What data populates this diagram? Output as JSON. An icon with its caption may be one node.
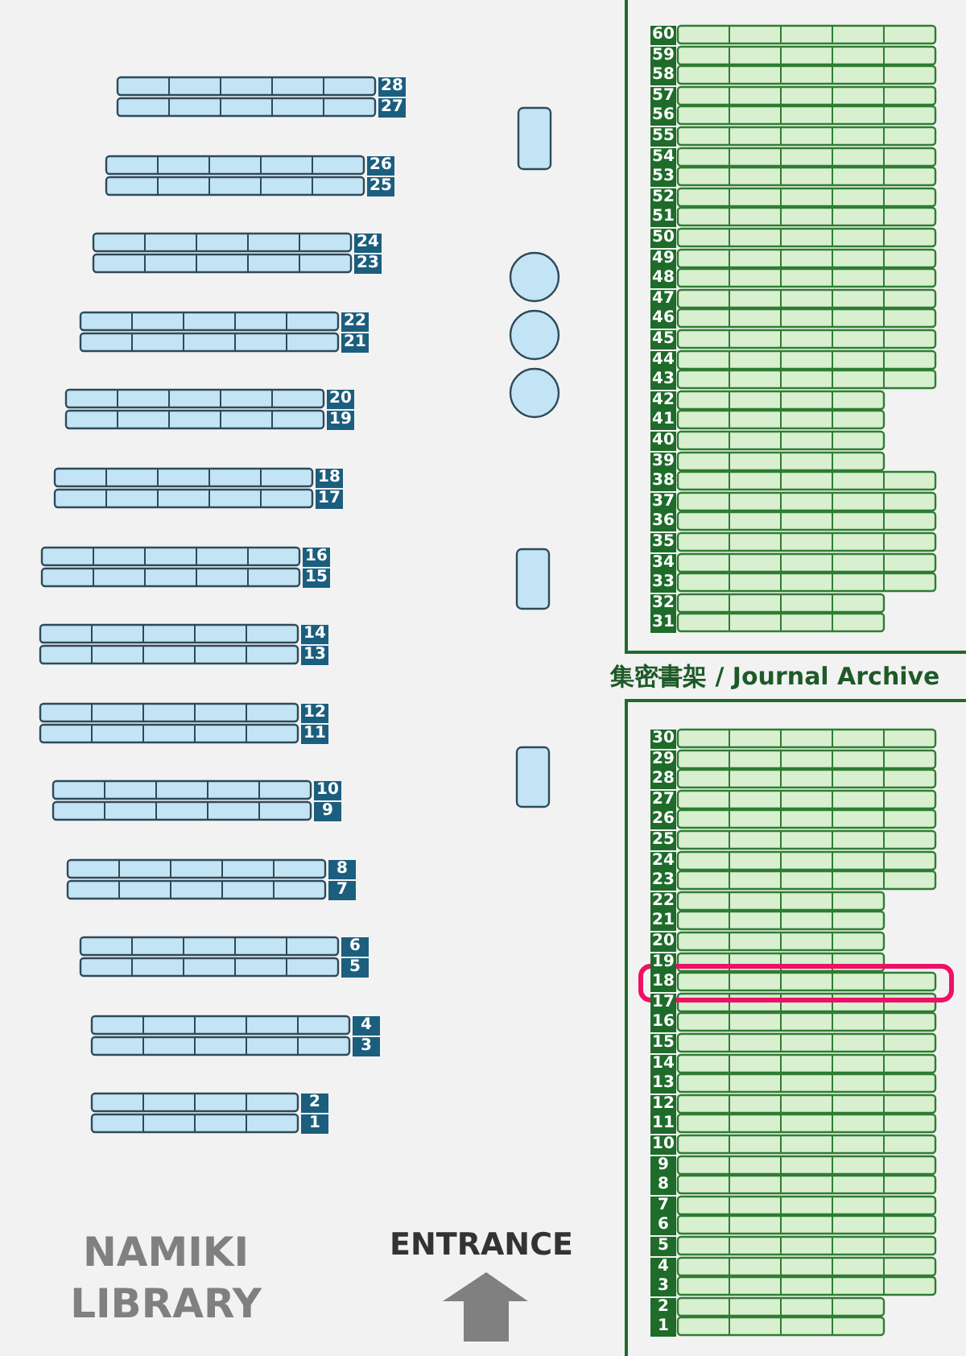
{
  "diagram": {
    "title": "NAMIKI LIBRARY",
    "labels": [
      "28",
      "27",
      "26",
      "25",
      "24",
      "23",
      "22",
      "21",
      "20",
      "19",
      "18",
      "17",
      "16",
      "15",
      "14",
      "13",
      "12",
      "11",
      "10",
      "9",
      "8",
      "7",
      "6",
      "5",
      "4",
      "3",
      "2",
      "1",
      "60",
      "59",
      "58",
      "57",
      "56",
      "55",
      "54",
      "53",
      "52",
      "51",
      "50",
      "49",
      "48",
      "47",
      "46",
      "45",
      "44",
      "43",
      "42",
      "41",
      "40",
      "39",
      "38",
      "37",
      "36",
      "35",
      "34",
      "33",
      "32",
      "31",
      "集密書架 / Journal Archive",
      "30",
      "29",
      "28",
      "27",
      "26",
      "25",
      "24",
      "23",
      "22",
      "21",
      "20",
      "19",
      "18",
      "17",
      "16",
      "15",
      "14",
      "13",
      "12",
      "11",
      "10",
      "9",
      "8",
      "7",
      "6",
      "5",
      "4",
      "3",
      "2",
      "1",
      "ENTRANCE"
    ]
  }
}
